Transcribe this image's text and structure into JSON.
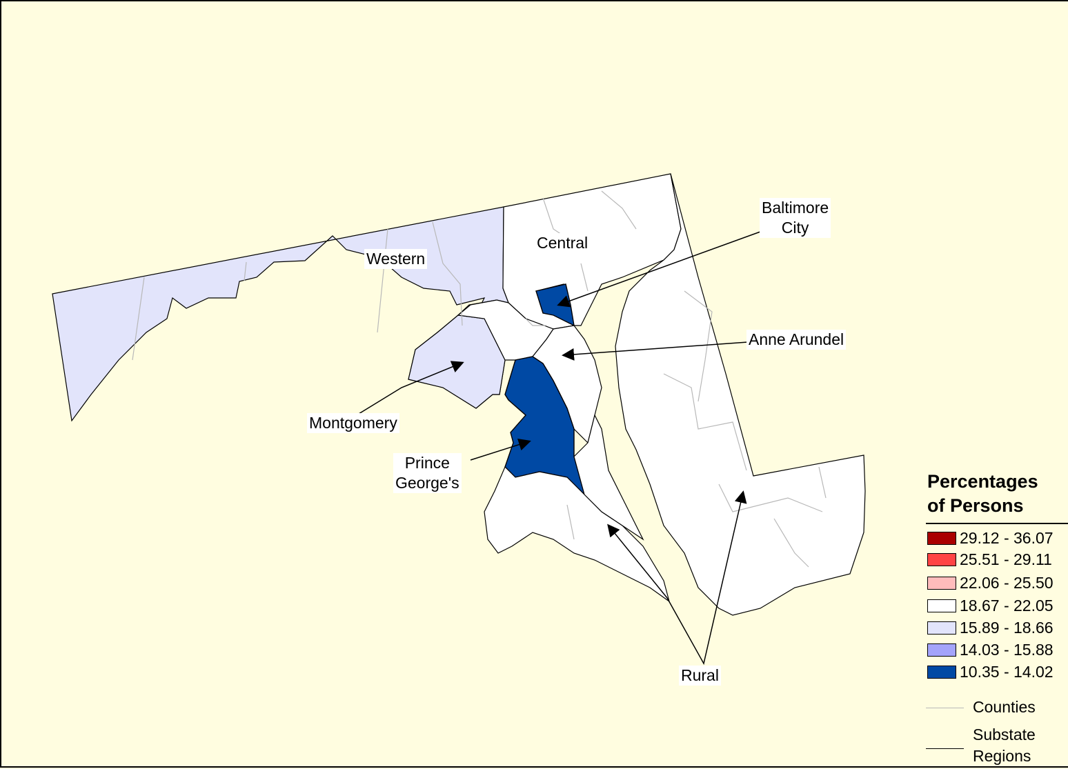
{
  "colors": {
    "background": "#fffde0",
    "western": "#e2e4fb",
    "central": "#ffffff",
    "dark_blue": "#0049a4",
    "county_line": "#b8b8b8",
    "region_line": "#000000"
  },
  "labels": {
    "western": "Western",
    "central": "Central",
    "baltimore_city": "Baltimore\nCity",
    "anne_arundel": "Anne Arundel",
    "montgomery": "Montgomery",
    "prince_georges": "Prince\nGeorge's",
    "rural": "Rural"
  },
  "legend": {
    "title": "Percentages\nof Persons",
    "classes": [
      {
        "range": "29.12 - 36.07",
        "color": "#aa0000"
      },
      {
        "range": "25.51 - 29.11",
        "color": "#ff4444"
      },
      {
        "range": "22.06 - 25.50",
        "color": "#ffbcbc"
      },
      {
        "range": "18.67 - 22.05",
        "color": "#ffffff"
      },
      {
        "range": "15.89 - 18.66",
        "color": "#e2e4fb"
      },
      {
        "range": "14.03 - 15.88",
        "color": "#a4a4fa"
      },
      {
        "range": "10.35 - 14.02",
        "color": "#0049a4"
      }
    ],
    "counties_label": "Counties",
    "substate_label": "Substate\nRegions"
  }
}
